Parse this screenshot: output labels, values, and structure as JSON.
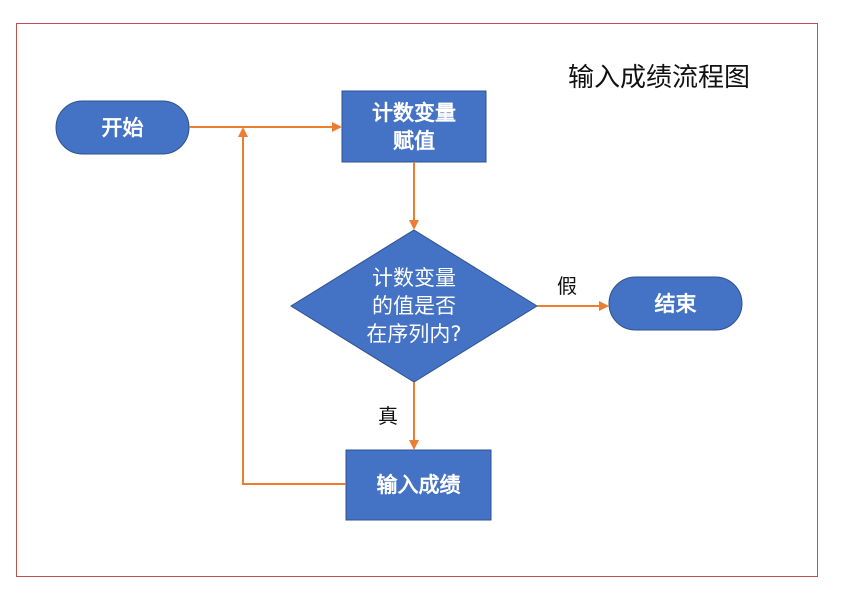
{
  "title": "输入成绩流程图",
  "nodes": {
    "start": "开始",
    "assign": {
      "line1": "计数变量",
      "line2": "赋值"
    },
    "decision": {
      "line1": "计数变量",
      "line2": "的值是否",
      "line3": "在序列内?"
    },
    "end": "结束",
    "input": "输入成绩"
  },
  "edge_labels": {
    "false_label": "假",
    "true_label": "真"
  },
  "colors": {
    "shape_fill": "#4472c4",
    "shape_stroke": "#2f528f",
    "arrow": "#ed7d31",
    "frame": "#c0504d"
  }
}
